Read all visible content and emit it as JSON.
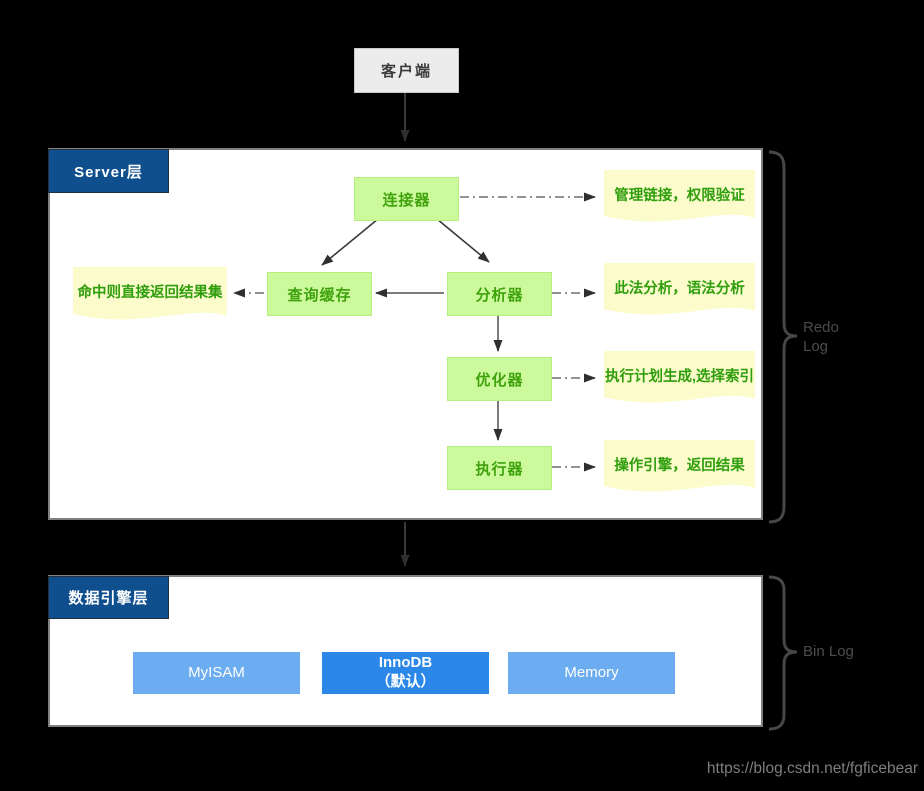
{
  "client": {
    "label": "客户端"
  },
  "server_layer": {
    "tab_label": "Server层",
    "brace_label": "Redo Log",
    "boxes": {
      "connector": "连接器",
      "query_cache": "查询缓存",
      "analyzer": "分析器",
      "optimizer": "优化器",
      "executor": "执行器"
    },
    "notes": {
      "manage": "管理链接，权限验证",
      "hit": "命中则直接返回结果集",
      "parse": "此法分析，语法分析",
      "plan": "执行计划生成,选择索引",
      "operate": "操作引擎，返回结果"
    }
  },
  "engine_layer": {
    "tab_label": "数据引擎层",
    "brace_label": "Bin Log",
    "engines": [
      {
        "name": "MyISAM"
      },
      {
        "name": "InnoDB",
        "sub": "（默认）"
      },
      {
        "name": "Memory"
      }
    ]
  },
  "watermark": "https://blog.csdn.net/fgficebear",
  "colors": {
    "background": "#000000",
    "panel_fill": "#ffffff",
    "panel_border": "#808080",
    "tab_fill": "#0f4f8e",
    "tab_text": "#ffffff",
    "process_box_fill": "#ccf99b",
    "process_box_text": "#3fa30d",
    "note_fill": "#fbfbcb",
    "note_text": "#2f9e0c",
    "engine_fill": "#6badf0",
    "engine_default_fill": "#2b87e8",
    "engine_text": "#ffffff",
    "arrow": "#3a3a3a",
    "brace": "#474747",
    "brace_text": "#4c4c4c",
    "watermark_text": "#7e7e7e"
  }
}
